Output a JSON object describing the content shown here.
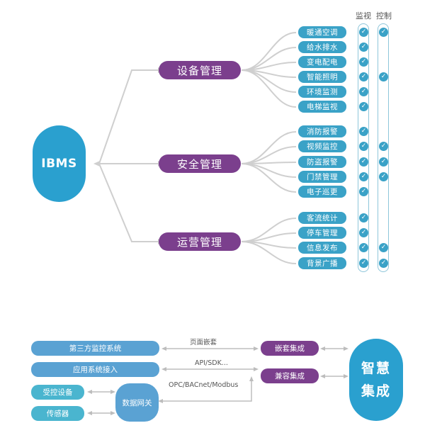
{
  "col_headers": [
    "监视",
    "控制"
  ],
  "root": "IBMS",
  "categories": [
    {
      "label": "设备管理",
      "items": [
        {
          "label": "暖通空调",
          "monitor": true,
          "control": true
        },
        {
          "label": "给水排水",
          "monitor": true,
          "control": false
        },
        {
          "label": "变电配电",
          "monitor": true,
          "control": false
        },
        {
          "label": "智能照明",
          "monitor": true,
          "control": true
        },
        {
          "label": "环境监测",
          "monitor": true,
          "control": false
        },
        {
          "label": "电梯监视",
          "monitor": true,
          "control": false
        }
      ]
    },
    {
      "label": "安全管理",
      "items": [
        {
          "label": "消防报警",
          "monitor": true,
          "control": false
        },
        {
          "label": "视频监控",
          "monitor": true,
          "control": true
        },
        {
          "label": "防盗报警",
          "monitor": true,
          "control": true
        },
        {
          "label": "门禁管理",
          "monitor": true,
          "control": true
        },
        {
          "label": "电子巡更",
          "monitor": true,
          "control": false
        }
      ]
    },
    {
      "label": "运营管理",
      "items": [
        {
          "label": "客流统计",
          "monitor": true,
          "control": false
        },
        {
          "label": "停车管理",
          "monitor": true,
          "control": false
        },
        {
          "label": "信息发布",
          "monitor": true,
          "control": true
        },
        {
          "label": "背景广播",
          "monitor": true,
          "control": true
        }
      ]
    }
  ],
  "check_glyph": "✓",
  "integration": {
    "third_party": "第三方监控系统",
    "app_access": "应用系统接入",
    "controlled_device": "受控设备",
    "sensor": "传感器",
    "gateway": "数据网关",
    "conn_page_embed": "页面嵌套",
    "conn_api": "API/SDK...",
    "conn_protocols": "OPC/BACnet/Modbus",
    "embed_integration": "嵌套集成",
    "compat_integration": "兼容集成",
    "smart_line1": "智慧",
    "smart_line2": "集成"
  },
  "colors": {
    "root_blue": "#2aa0cf",
    "category_purple": "#7b3f8d",
    "item_blue": "#3aa2c7",
    "line_gray": "#cccccc"
  }
}
